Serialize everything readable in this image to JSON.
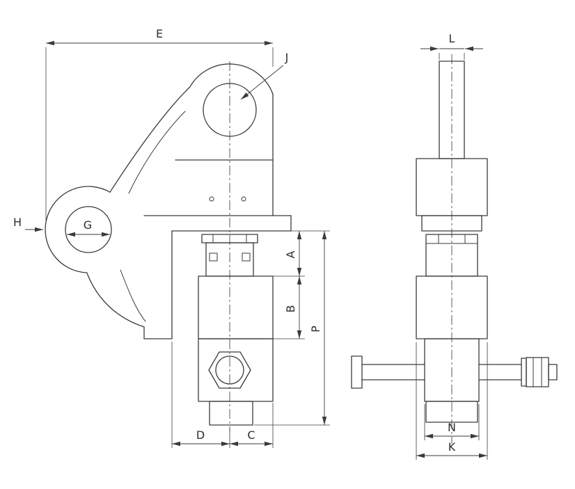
{
  "page": {
    "background": "#ffffff",
    "line_color": "#3a3a3a",
    "text_color": "#2f2f2f"
  },
  "drawing": {
    "views": [
      {
        "id": "front-view",
        "dimension_labels": [
          "E",
          "J",
          "H",
          "G",
          "A",
          "B",
          "P",
          "D",
          "C"
        ]
      },
      {
        "id": "side-view",
        "dimension_labels": [
          "L",
          "N",
          "K"
        ]
      }
    ],
    "labels": {
      "E": "E",
      "J": "J",
      "H": "H",
      "G": "G",
      "A": "A",
      "B": "B",
      "P": "P",
      "D": "D",
      "C": "C",
      "L": "L",
      "N": "N",
      "K": "K"
    }
  }
}
